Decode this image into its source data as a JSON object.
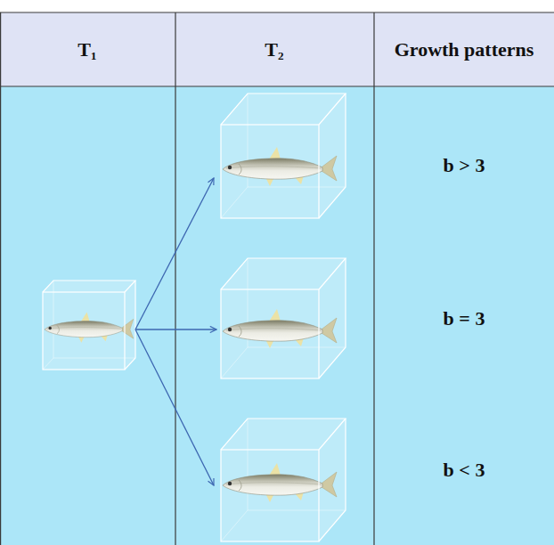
{
  "diagram": {
    "labels": [
      "T₁",
      "T₂",
      "Growth patterns",
      "b > 3",
      "b = 3",
      "b < 3"
    ]
  }
}
